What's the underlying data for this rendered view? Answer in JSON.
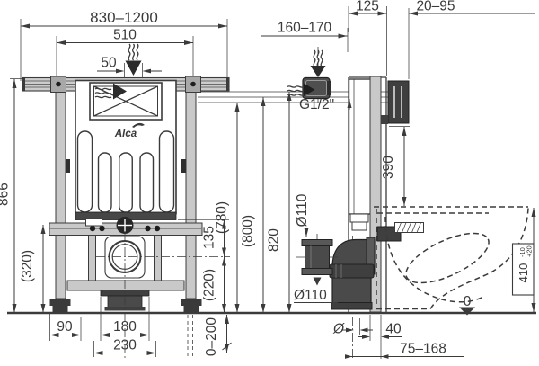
{
  "drawing": {
    "logo": "Alca",
    "front": {
      "width_overall": "830–1200",
      "width_inner": "510",
      "flush_width": "50",
      "height_overall": "866",
      "height_crossbar": "(320)",
      "dist_left": "90",
      "outlet_flange": "180",
      "outlet_outer": "230",
      "crossbar_to_outlet": "135",
      "outlet_center_height": "(220)",
      "leg_adjust": "0–200"
    },
    "heights": {
      "h780": "(780)",
      "h800": "(800)",
      "h820": "820"
    },
    "side": {
      "depth_flush": "160–170",
      "depth_frame": "125",
      "wall_offset": "20–95",
      "water_conn": "G1/2\"",
      "sleeve_dia": "Ø110",
      "elbow_dia": "Ø110",
      "fixing_height": "390",
      "dia_symbol": "Ø",
      "wall_width": "40",
      "outlet_offset": "75–168",
      "bowl_height": "410",
      "bowl_tol_plus": "+20",
      "bowl_tol_minus": "-10",
      "floor_level": "0"
    }
  }
}
